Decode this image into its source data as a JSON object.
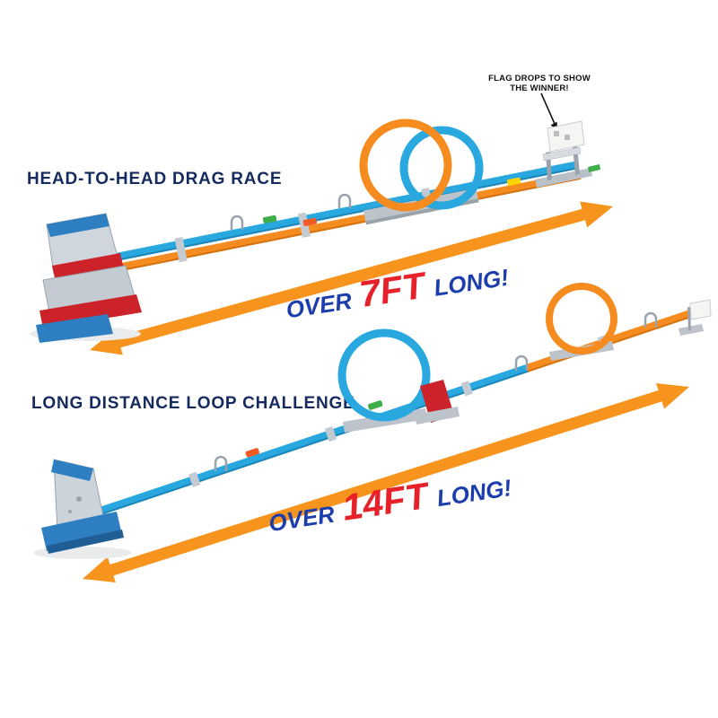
{
  "colors": {
    "background": "#ffffff",
    "title_navy": "#152a5e",
    "length_blue": "#1c3ead",
    "length_red": "#e62129",
    "arrow_orange": "#f7941e",
    "track_blue": "#29a8df",
    "track_orange": "#f68b1f",
    "launcher_red": "#cc2229",
    "launcher_blue": "#2e7fc2",
    "base_gray": "#bcc3ca",
    "flag_white": "#f5f5f3"
  },
  "drag_race": {
    "title": "HEAD-TO-HEAD DRAG RACE",
    "callout": {
      "line1": "FLAG DROPS TO SHOW",
      "line2": "THE WINNER!"
    },
    "length": {
      "prefix": "OVER",
      "value": "7FT",
      "suffix": "LONG!"
    }
  },
  "loop_challenge": {
    "title": "LONG DISTANCE LOOP CHALLENGE",
    "length": {
      "prefix": "OVER",
      "value": "14FT",
      "suffix": "LONG!"
    }
  }
}
